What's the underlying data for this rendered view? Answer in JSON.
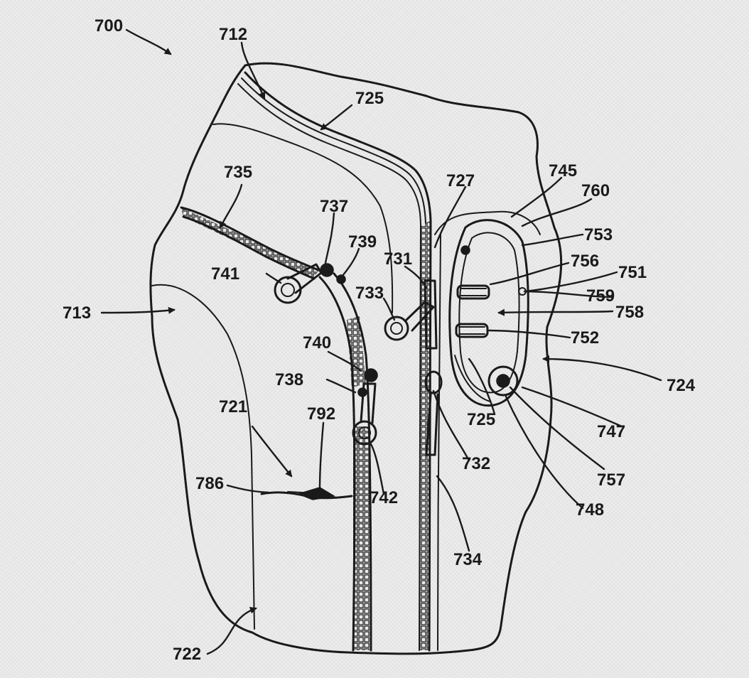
{
  "figure": {
    "labels": {
      "l700": "700",
      "l712": "712",
      "l713": "713",
      "l721": "721",
      "l722": "722",
      "l724": "724",
      "l725a": "725",
      "l725b": "725",
      "l727": "727",
      "l731": "731",
      "l732": "732",
      "l733": "733",
      "l734": "734",
      "l735": "735",
      "l737": "737",
      "l738": "738",
      "l739": "739",
      "l740": "740",
      "l741": "741",
      "l742": "742",
      "l745": "745",
      "l747": "747",
      "l748": "748",
      "l751": "751",
      "l752": "752",
      "l753": "753",
      "l756": "756",
      "l757": "757",
      "l758": "758",
      "l759": "759",
      "l760": "760",
      "l786": "786",
      "l792": "792"
    }
  }
}
